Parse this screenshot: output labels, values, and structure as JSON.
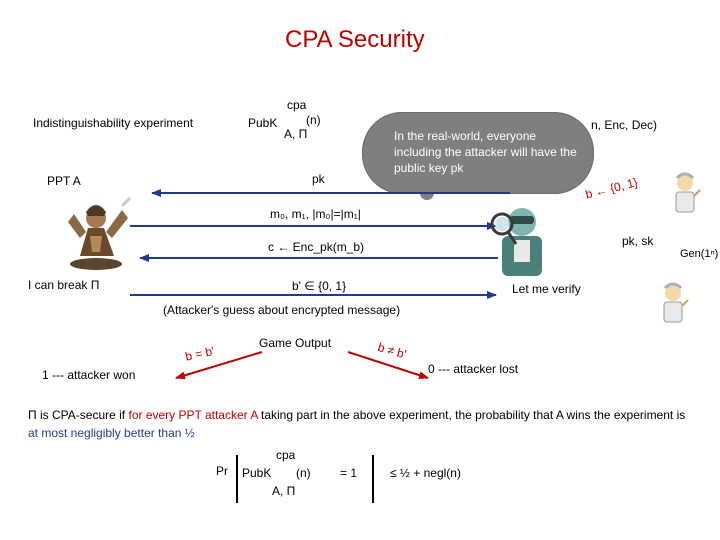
{
  "title": "CPA Security",
  "experiment_label": "Indistinguishability experiment",
  "pubk": {
    "cpa": "cpa",
    "name": "PubK",
    "n": "(n)",
    "sub": "A, Π"
  },
  "pi_tuple": "n, Enc, Dec)",
  "callout": "In the real-world, everyone including the attacker will have the public key pk",
  "ppt_a": "PPT A",
  "pk_label": "pk",
  "b_sample": "b ← {0, 1}",
  "messages": "m₀, m₁, |m₀|=|m₁|",
  "pk_sk": "pk, sk",
  "gen_label": "Gen(1ⁿ)",
  "ciphertext": "c ← Enc_pk(m_b)",
  "i_can_break": "I can break Π",
  "b_guess": "b' ∈ {0, 1}",
  "let_me_verify": "Let me verify",
  "attackers_guess": "(Attacker's guess about encrypted message)",
  "game_output": "Game Output",
  "b_eq": "b = b'",
  "b_neq": "b ≠ b'",
  "won": "1 --- attacker won",
  "lost": "0 --- attacker lost",
  "definition": {
    "p1": "Π is CPA-secure if",
    "p2": "for every PPT attacker A",
    "p3": "taking part in the above experiment, the probability that A wins the experiment is",
    "p4": "at most negligibly better than ½"
  },
  "formula": {
    "pr": "Pr",
    "cpa": "cpa",
    "pubk": "PubK",
    "n": "(n)",
    "sub": "A, Π",
    "eq": "= 1",
    "le": "≤ ½ + negl(n)"
  },
  "colors": {
    "arrow": "#1f3a93",
    "red": "#c00000",
    "blue": "#1f3a93",
    "callout": "#7f7f7f"
  }
}
